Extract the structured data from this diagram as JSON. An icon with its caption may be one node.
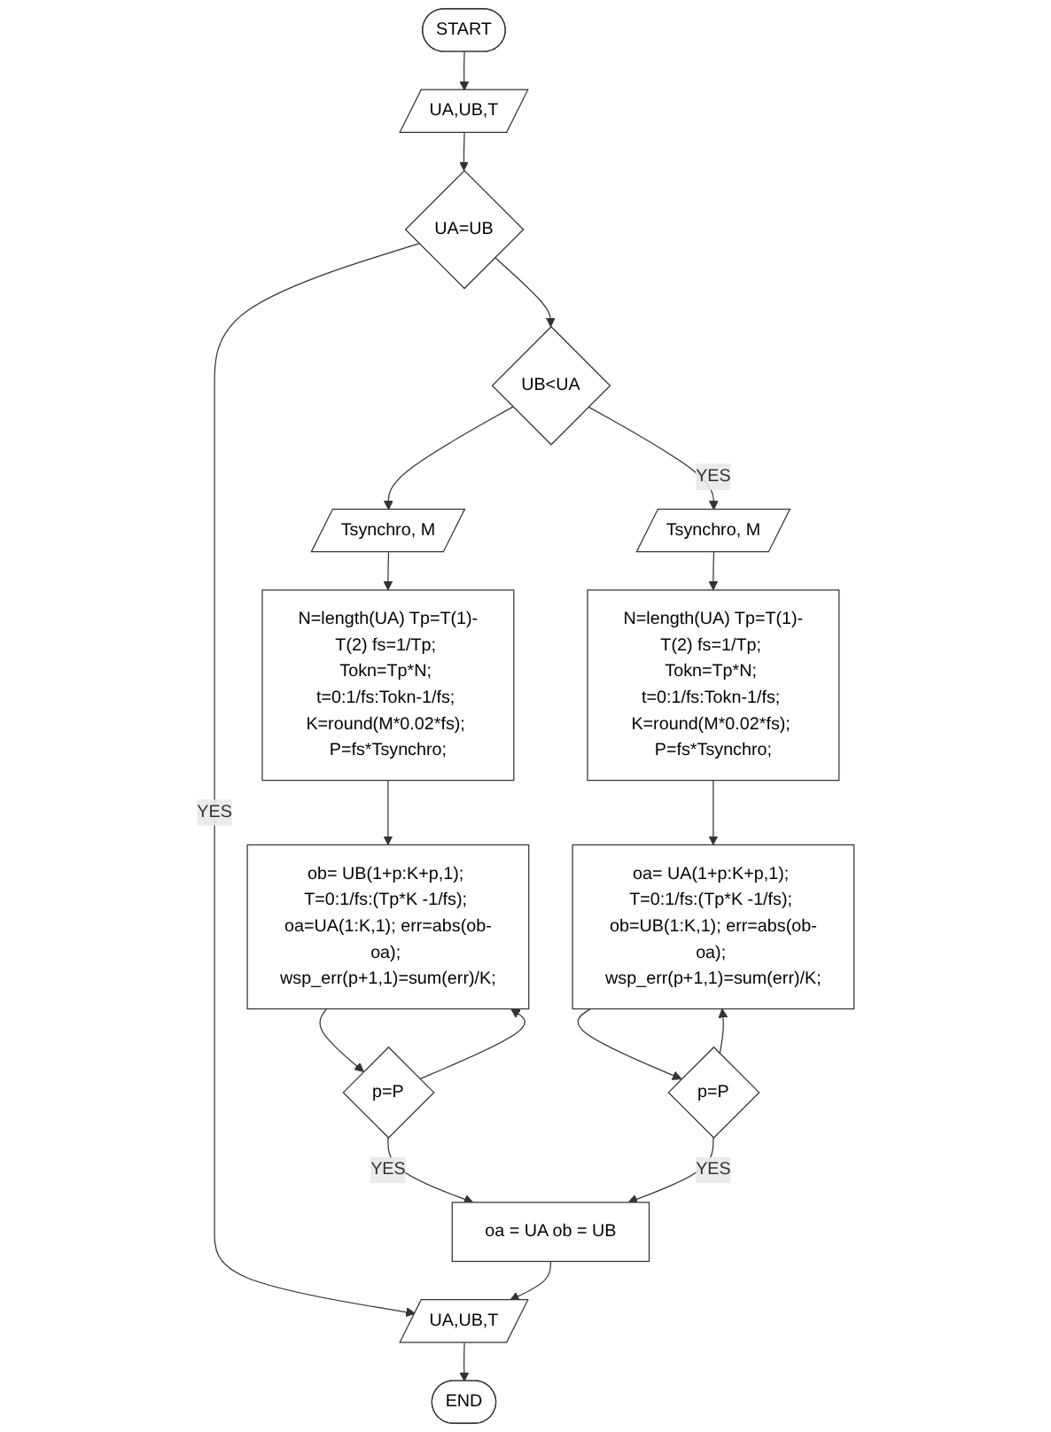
{
  "diagram": {
    "nodes": [
      {
        "text": [
          "START"
        ]
      },
      {
        "text": [
          "UA,UB,T"
        ]
      },
      {
        "text": [
          "UA=UB"
        ]
      },
      {
        "text": [
          "UB<UA"
        ]
      },
      {
        "text": [
          "Tsynchro, M"
        ]
      },
      {
        "text": [
          "Tsynchro, M"
        ]
      },
      {
        "text": [
          "N=length(UA) Tp=T(1)-T(2) fs=1/Tp; Tokn=Tp*N; t=0:1/fs:Tokn-1/fs; K=round(M*0.02*fs); P=fs*Tsynchro;"
        ]
      },
      {
        "text": [
          "N=length(UA) Tp=T(1)-T(2) fs=1/Tp; Tokn=Tp*N; t=0:1/fs:Tokn-1/fs; K=round(M*0.02*fs); P=fs*Tsynchro;"
        ]
      },
      {
        "text": [
          "ob= UB(1+p:K+p,1); T=0:1/fs:(Tp*K -1/fs); oa=UA(1:K,1); err=abs(ob-oa); wsp_err(p+1,1)=sum(err)/K;"
        ]
      },
      {
        "text": [
          "oa= UA(1+p:K+p,1); T=0:1/fs:(Tp*K -1/fs); ob=UB(1:K,1); err=abs(ob-oa); wsp_err(p+1,1)=sum(err)/K;"
        ]
      },
      {
        "text": [
          "p=P"
        ]
      },
      {
        "text": [
          "p=P"
        ]
      },
      {
        "text": [
          "oa = UA ob = UB"
        ]
      },
      {
        "text": [
          "UA,UB,T"
        ]
      },
      {
        "text": [
          "END"
        ]
      }
    ],
    "edges": [
      {
        "from": 0,
        "to": 1,
        "arrow": "to"
      },
      {
        "from": 1,
        "to": 2,
        "arrow": "to"
      },
      {
        "from": 2,
        "to": 13,
        "arrow": "to",
        "label": "YES"
      },
      {
        "from": 2,
        "to": 3,
        "arrow": "to"
      },
      {
        "from": 3,
        "to": 4,
        "arrow": "to"
      },
      {
        "from": 3,
        "to": 5,
        "arrow": "to",
        "label": "YES"
      },
      {
        "from": 4,
        "to": 6,
        "arrow": "to"
      },
      {
        "from": 5,
        "to": 7,
        "arrow": "to"
      },
      {
        "from": 6,
        "to": 8,
        "arrow": "to"
      },
      {
        "from": 7,
        "to": 9,
        "arrow": "to"
      },
      {
        "from": 8,
        "to": 10,
        "arrow": "to"
      },
      {
        "from": 9,
        "to": 11,
        "arrow": "to"
      },
      {
        "from": 10,
        "to": 8,
        "arrow": "to"
      },
      {
        "from": 10,
        "to": 12,
        "arrow": "to",
        "label": "YES"
      },
      {
        "from": 11,
        "to": 9,
        "arrow": "to"
      },
      {
        "from": 11,
        "to": 12,
        "arrow": "to",
        "label": "YES"
      },
      {
        "from": 12,
        "to": 13,
        "arrow": "to"
      },
      {
        "from": 13,
        "to": 14,
        "arrow": "to"
      }
    ]
  }
}
